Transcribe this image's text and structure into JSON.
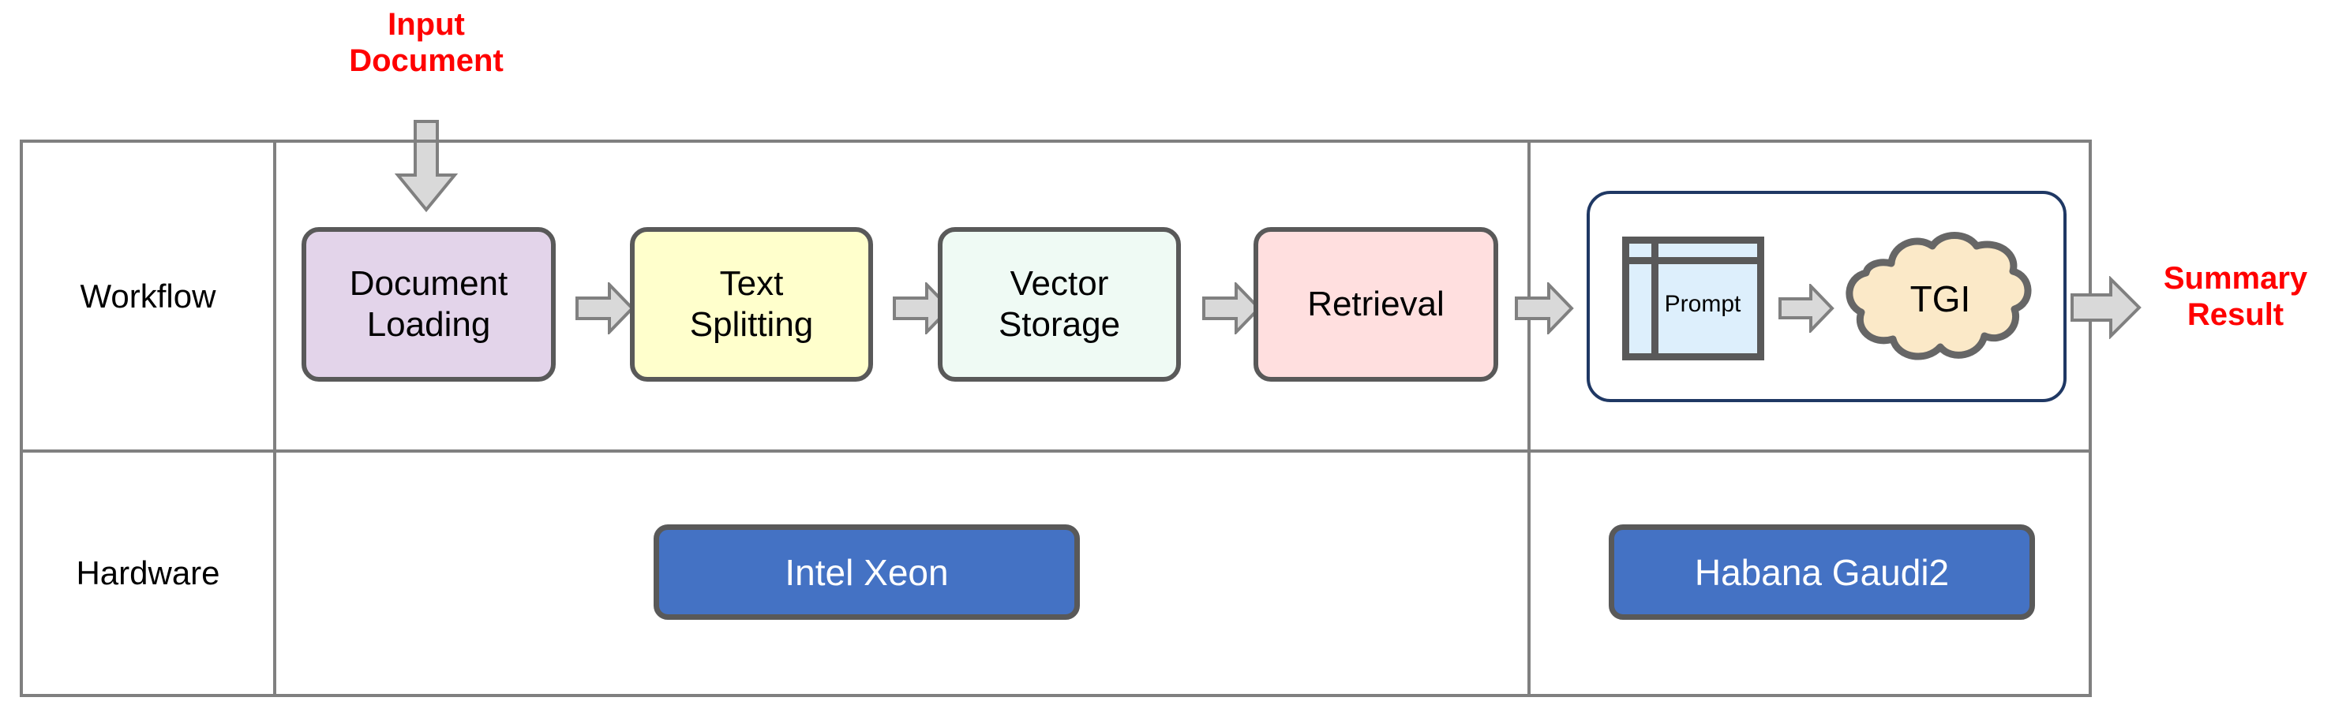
{
  "diagram": {
    "title_annotations": {
      "input_line1": "Input",
      "input_line2": "Document",
      "output_line1": "Summary",
      "output_line2": "Result"
    },
    "rows": [
      {
        "label": "Workflow"
      },
      {
        "label": "Hardware"
      }
    ],
    "workflow_nodes": [
      {
        "name": "document-loading",
        "line1": "Document",
        "line2": "Loading",
        "fill": "#e3d4ea",
        "border": "#595959"
      },
      {
        "name": "text-splitting",
        "line1": "Text",
        "line2": "Splitting",
        "fill": "#ffffcc",
        "border": "#595959"
      },
      {
        "name": "vector-storage",
        "line1": "Vector",
        "line2": "Storage",
        "fill": "#effaf4",
        "border": "#595959"
      },
      {
        "name": "retrieval",
        "line1": "Retrieval",
        "line2": "",
        "fill": "#ffdfdf",
        "border": "#595959"
      }
    ],
    "llm_group": {
      "border_color": "#1f3864",
      "prompt": {
        "label": "Prompt",
        "fill": "#ddeffc",
        "border": "#595959"
      },
      "tgi": {
        "label": "TGI",
        "fill": "#fbe9c8",
        "border": "#595959"
      }
    },
    "hardware_nodes": [
      {
        "name": "intel-xeon",
        "label": "Intel Xeon",
        "fill": "#4472c4",
        "border": "#595959",
        "text": "#ffffff"
      },
      {
        "name": "habana-gaudi2",
        "label": "Habana Gaudi2",
        "fill": "#4472c4",
        "border": "#595959",
        "text": "#ffffff"
      }
    ],
    "colors": {
      "grid": "#808080",
      "arrow_fill": "#d9d9d9",
      "arrow_stroke": "#808080",
      "annotation": "#ff0000"
    }
  }
}
